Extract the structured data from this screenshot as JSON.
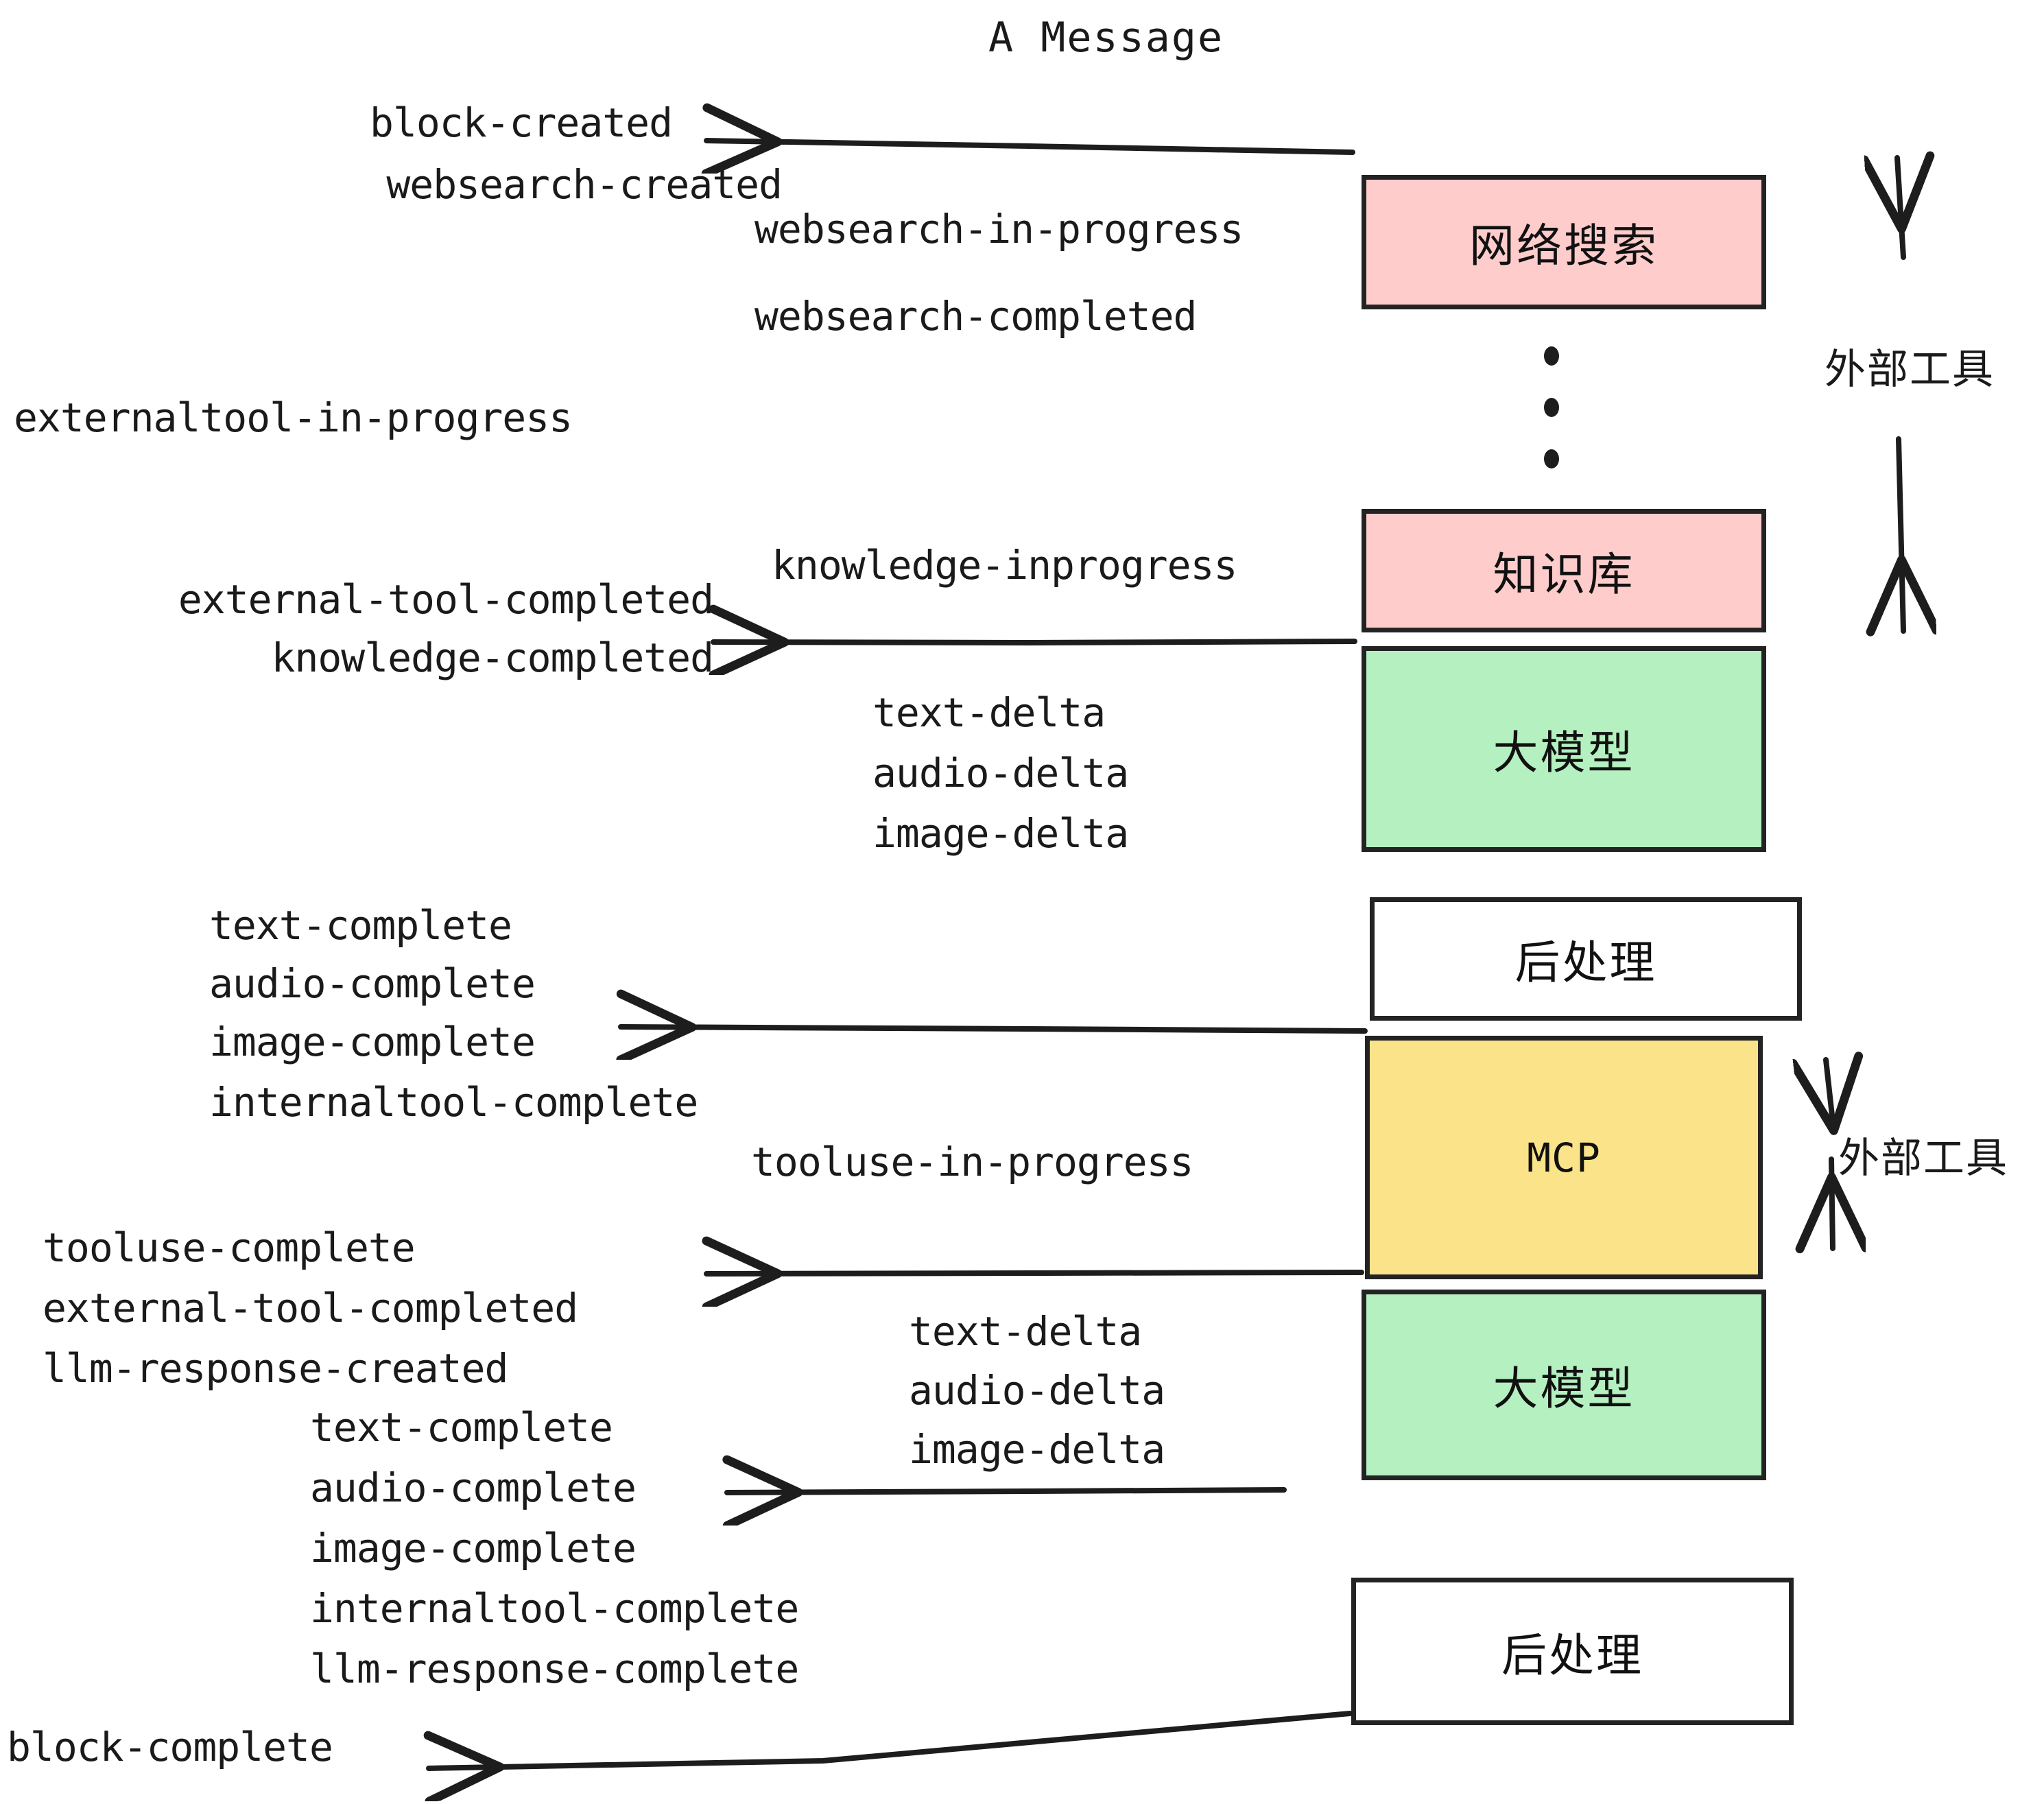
{
  "title": "A Message",
  "colors": {
    "pink": "#FFCCCC",
    "green": "#B4F0C0",
    "yellow": "#FBE38A",
    "white": "#FFFFFF",
    "stroke": "#232323",
    "text": "#1a1a1a"
  },
  "boxes": [
    {
      "id": "websearch",
      "label": "网络搜索",
      "fill": "#FFCCCC"
    },
    {
      "id": "knowledge",
      "label": "知识库",
      "fill": "#FFCCCC"
    },
    {
      "id": "llm-upper",
      "label": "大模型",
      "fill": "#B4F0C0"
    },
    {
      "id": "postproc-upper",
      "label": "后处理",
      "fill": "#FFFFFF"
    },
    {
      "id": "mcp",
      "label": "MCP",
      "fill": "#FBE38A"
    },
    {
      "id": "llm-lower",
      "label": "大模型",
      "fill": "#B4F0C0"
    },
    {
      "id": "postproc-lower",
      "label": "后处理",
      "fill": "#FFFFFF"
    }
  ],
  "side_labels": [
    {
      "id": "external-tool-upper",
      "label": "外部工具"
    },
    {
      "id": "external-tool-lower",
      "label": "外部工具"
    }
  ],
  "events": {
    "block_created": "block-created",
    "websearch_created": "websearch-created",
    "websearch_in_progress": "websearch-in-progress",
    "websearch_completed": "websearch-completed",
    "externaltool_in_progress": "externaltool-in-progress",
    "knowledge_inprogress": "knowledge-inprogress",
    "external_tool_completed_1": "external-tool-completed",
    "knowledge_completed": "knowledge-completed",
    "text_delta_1": "text-delta",
    "audio_delta_1": "audio-delta",
    "image_delta_1": "image-delta",
    "text_complete_1": "text-complete",
    "audio_complete_1": "audio-complete",
    "image_complete_1": "image-complete",
    "internaltool_complete_1": "internaltool-complete",
    "tooluse_in_progress": "tooluse-in-progress",
    "tooluse_complete": "tooluse-complete",
    "external_tool_completed_2": "external-tool-completed",
    "llm_response_created": "llm-response-created",
    "text_delta_2": "text-delta",
    "audio_delta_2": "audio-delta",
    "image_delta_2": "image-delta",
    "text_complete_2": "text-complete",
    "audio_complete_2": "audio-complete",
    "image_complete_2": "image-complete",
    "internaltool_complete_2": "internaltool-complete",
    "llm_response_complete": "llm-response-complete",
    "block_complete": "block-complete"
  }
}
